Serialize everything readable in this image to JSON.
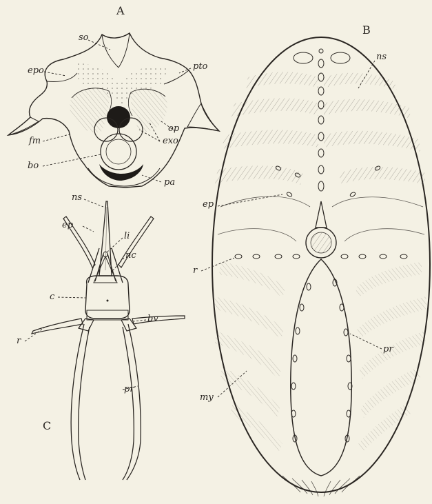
{
  "panels": {
    "a": {
      "letter": "A"
    },
    "b": {
      "letter": "B"
    },
    "c": {
      "letter": "C"
    }
  },
  "labels": {
    "a": {
      "so": "so",
      "epo": "epo",
      "pto": "pto",
      "fm": "fm",
      "op": "op",
      "exo": "exo",
      "bo": "bo",
      "pa": "pa"
    },
    "b": {
      "ns": "ns",
      "ep": "ep",
      "r": "r",
      "pr": "pr",
      "my": "my"
    },
    "c": {
      "ns": "ns",
      "li": "li",
      "ep": "ep",
      "nc": "nc",
      "c": "c",
      "bv": "bv",
      "r": "r",
      "pr": "pr"
    }
  },
  "colors": {
    "ink": "#2a2622",
    "paper": "#f4f1e4"
  }
}
